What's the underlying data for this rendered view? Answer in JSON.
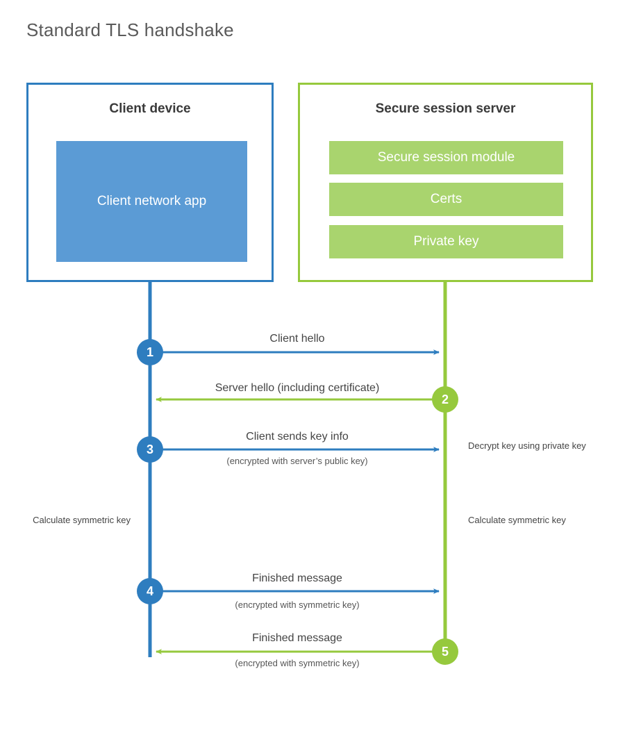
{
  "title": "Standard TLS handshake",
  "client": {
    "title": "Client device",
    "app_label": "Client network app"
  },
  "server": {
    "title": "Secure session server",
    "modules": [
      "Secure session module",
      "Certs",
      "Private key"
    ]
  },
  "steps": [
    {
      "number": "1",
      "label": "Client hello",
      "sub": ""
    },
    {
      "number": "2",
      "label": "Server hello (including certificate)",
      "sub": ""
    },
    {
      "number": "3",
      "label": "Client sends key info",
      "sub": "(encrypted with server’s public key)"
    },
    {
      "number": "4",
      "label": "Finished message",
      "sub": "(encrypted with symmetric key)"
    },
    {
      "number": "5",
      "label": "Finished message",
      "sub": "(encrypted with symmetric key)"
    }
  ],
  "annotations": {
    "decrypt": "Decrypt key using private key",
    "calc_client": "Calculate symmetric key",
    "calc_server": "Calculate symmetric key"
  },
  "colors": {
    "client_accent": "#2E7DBF",
    "client_fill": "#5B9BD5",
    "server_accent": "#96C93D",
    "server_fill": "#A9D46E",
    "title_text": "#5A5A5A",
    "body_text": "#444444"
  }
}
